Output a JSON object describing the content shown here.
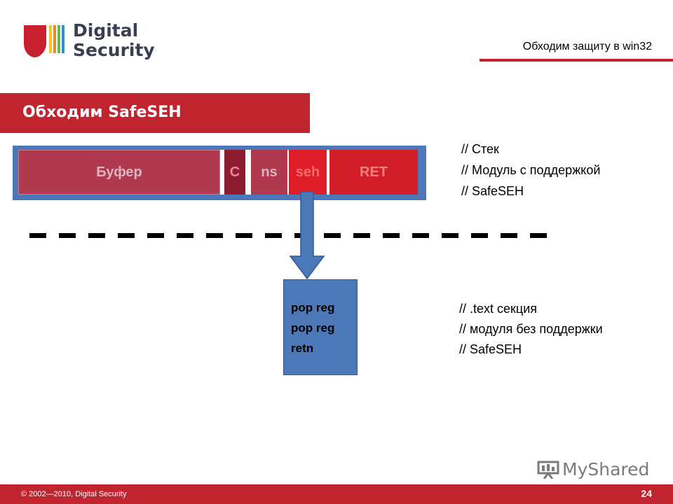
{
  "logo": {
    "line1": "Digital",
    "line2": "Security"
  },
  "header": {
    "title": "Обходим защиту в win32"
  },
  "section": {
    "title": "Обходим SafeSEH"
  },
  "stack": {
    "cells": {
      "buffer": "Буфер",
      "c": "C",
      "ns": "ns",
      "seh": "seh",
      "ret": "RET"
    },
    "comments": [
      "// Стек",
      "// Модуль с поддержкой",
      "// SafeSEH"
    ]
  },
  "code": {
    "lines": [
      "pop reg",
      "pop reg",
      "retn"
    ],
    "comments": [
      "// .text секция",
      "// модуля без поддержки",
      "// SafeSEH"
    ]
  },
  "footer": {
    "copyright": "© 2002—2010, Digital Security",
    "page": "24"
  },
  "watermark": {
    "text": "MyShared"
  },
  "colors": {
    "brand_red": "#c0242f",
    "accent_blue": "#4d78b8"
  }
}
